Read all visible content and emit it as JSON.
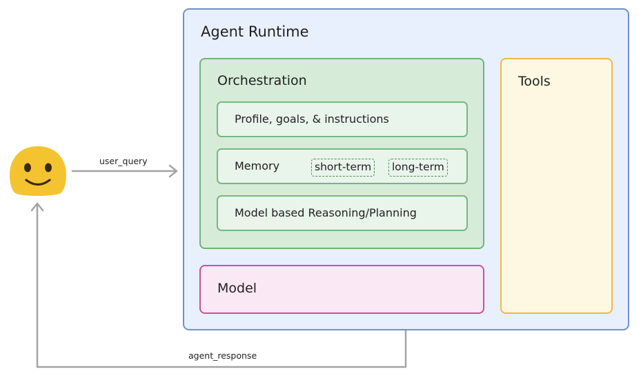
{
  "runtime": {
    "title": "Agent Runtime"
  },
  "orchestration": {
    "title": "Orchestration",
    "items": [
      {
        "label": "Profile, goals, & instructions"
      },
      {
        "label": "Memory",
        "tags": [
          "short-term",
          "long-term"
        ]
      },
      {
        "label": "Model based Reasoning/Planning"
      }
    ]
  },
  "model": {
    "title": "Model"
  },
  "tools": {
    "title": "Tools"
  },
  "flows": {
    "query_label": "user_query",
    "response_label": "agent_response"
  },
  "icons": {
    "user": "smiley-face-icon"
  },
  "colors": {
    "runtime_fill": "#e8f0fe",
    "runtime_border": "#6f8fcf",
    "orchestration_fill": "#d6ecd9",
    "orchestration_border": "#6fb37a",
    "model_fill": "#fae8f4",
    "model_border": "#c8509b",
    "tools_fill": "#fef8e3",
    "tools_border": "#f1b742",
    "user_face": "#f4c430",
    "arrow": "#a3a3a3"
  }
}
